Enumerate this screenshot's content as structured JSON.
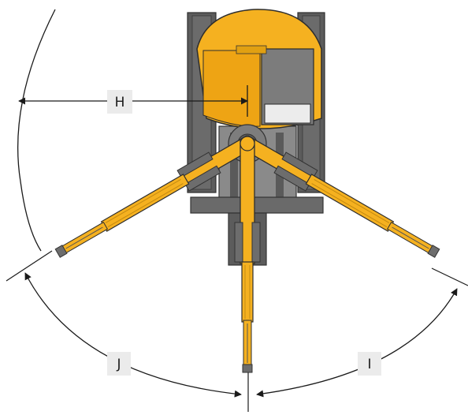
{
  "diagram": {
    "labels": {
      "h": "H",
      "i": "I",
      "j": "J"
    },
    "colors": {
      "boom_yellow": "#f5b120",
      "boom_shadow": "#c48a10",
      "track_gray": "#5c5c5c",
      "frame_gray": "#8a8a8a",
      "label_box": "#ebebeb",
      "dimension_line": "#1a1a1a"
    }
  }
}
